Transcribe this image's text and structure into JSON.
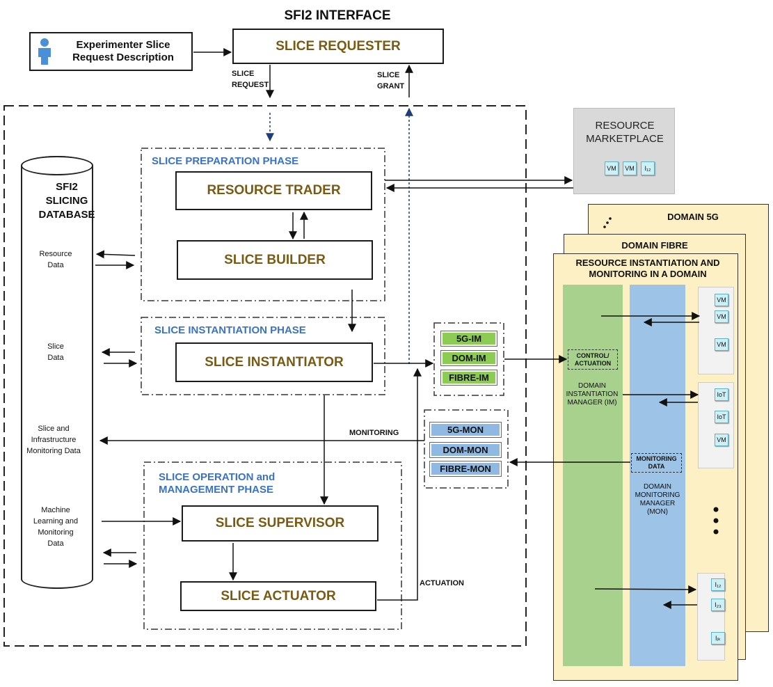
{
  "interface_title": "SFI2 INTERFACE",
  "experimenter": {
    "label": "Experimenter Slice Request Description",
    "icon": "person-icon"
  },
  "slice_requester": "SLICE REQUESTER",
  "slice_request_label": "SLICE REQUEST",
  "slice_grant_label": "SLICE GRANT",
  "database": {
    "title": "SFI2 SLICING DATABASE",
    "items": [
      "Resource Data",
      "Slice Data",
      "Slice and Infrastructure Monitoring Data",
      "Machine Learning and Monitoring Data"
    ]
  },
  "preparation": {
    "title": "SLICE PREPARATION PHASE",
    "resource_trader": "RESOURCE TRADER",
    "slice_builder": "SLICE BUILDER"
  },
  "instantiation": {
    "title": "SLICE INSTANTIATION PHASE",
    "instantiator": "SLICE INSTANTIATOR"
  },
  "operation": {
    "title_line1": "SLICE OPERATION and",
    "title_line2": "MANAGEMENT PHASE",
    "supervisor": "SLICE SUPERVISOR",
    "actuator": "SLICE ACTUATOR"
  },
  "marketplace": {
    "title": "RESOURCE MARKETPLACE",
    "chips": [
      "VM",
      "VM",
      "I₁₂"
    ]
  },
  "im_boxes": [
    "5G-IM",
    "DOM-IM",
    "FIBRE-IM"
  ],
  "mon_boxes": [
    "5G-MON",
    "DOM-MON",
    "FIBRE-MON"
  ],
  "monitoring_label": "MONITORING",
  "actuation_label": "ACTUATION",
  "domains": {
    "domain_5g": "DOMAIN 5G",
    "domain_fibre": "DOMAIN FIBRE",
    "main_title": "RESOURCE INSTANTIATION AND MONITORING IN A DOMAIN",
    "control_actuation": "CONTROL/ ACTUATION",
    "im_manager": "DOMAIN INSTANTIATION MANAGER (IM)",
    "monitoring_data": "MONITORING DATA",
    "mon_manager": "DOMAIN MONITORING MANAGER (MON)",
    "group1": [
      "VM",
      "VM",
      "VM"
    ],
    "group2": [
      "IoT",
      "IoT",
      "VM"
    ],
    "group3": [
      "I₁₂",
      "I₂₃",
      "Iⱼₖ"
    ]
  },
  "colors": {
    "brown_text": "#7a5a12",
    "phase_blue": "#3a72c4",
    "green": "#8ccc55",
    "blue": "#8fb8e2",
    "domain_bg": "#fdf0c4",
    "im_column": "#a8d18d",
    "mon_column": "#9dc3e6"
  }
}
